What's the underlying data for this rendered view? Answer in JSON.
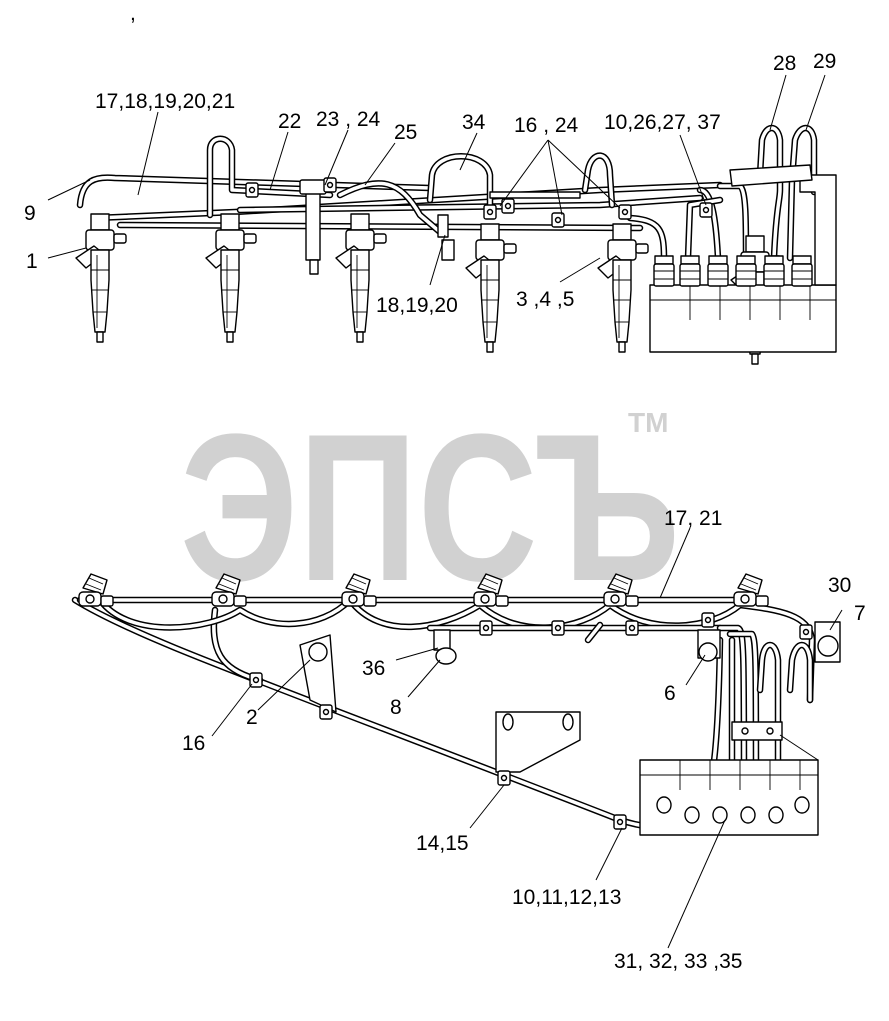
{
  "labels": {
    "top": {
      "l_17_18_19_20_21": "17,18,19,20,21",
      "l_22": "22",
      "l_23_24": "23 , 24",
      "l_25": "25",
      "l_34": "34",
      "l_16_24": "16 , 24",
      "l_10_26_27_37": "10,26,27, 37",
      "l_28": "28",
      "l_29": "29",
      "l_9": "9",
      "l_1": "1",
      "l_18_19_20": "18,19,20",
      "l_3_4_5": "3 ,4 ,5"
    },
    "bottom": {
      "l_17_21": "17, 21",
      "l_30": "30",
      "l_7": "7",
      "l_36": "36",
      "l_8": "8",
      "l_6": "6",
      "l_2": "2",
      "l_16": "16",
      "l_14_15": "14,15",
      "l_10_11_12_13": "10,11,12,13",
      "l_31_32_33_35": "31, 32, 33 ,35"
    },
    "stray_mark": ","
  },
  "watermark": {
    "logo_text": "ЭПСЪ",
    "trademark": "TM"
  }
}
